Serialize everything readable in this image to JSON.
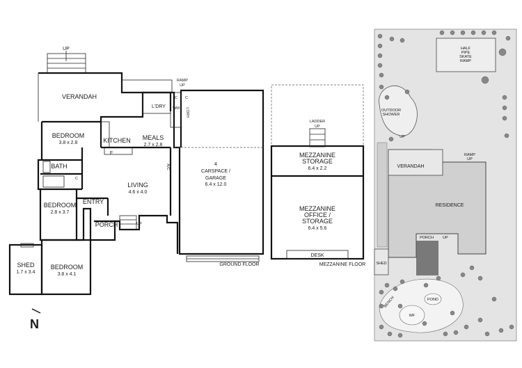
{
  "ground_floor": {
    "verandah": "VERANDAH",
    "up_top": "UP",
    "ramp": "RAMP",
    "ramp_up": "UP",
    "ldry_a": "L'DRY",
    "ldry_b": "L'DRY",
    "c1": "C",
    "c2": "C",
    "c3": "C",
    "wm": "WM",
    "bedroom1": "BEDROOM",
    "bedroom1_dim": "3.8 x 2.8",
    "kitchen": "KITCHEN",
    "meals": "MEALS",
    "meals_dim": "2.7 x 2.8",
    "f": "F",
    "bath": "BATH",
    "living": "LIVING",
    "living_dim": "4.6 x 4.0",
    "ac": "A/C",
    "carspace_num": "4",
    "carspace": "CARSPACE /",
    "garage": "GARAGE",
    "garage_dim": "6.4 x 12.0",
    "entry": "ENTRY",
    "bedroom2": "BEDROOM",
    "bedroom2_dim": "2.8 x 3.7",
    "porch": "PORCH",
    "porch_up": "UP",
    "shed": "SHED",
    "shed_dim": "1.7 x 3.4",
    "bedroom3": "BEDROOM",
    "bedroom3_dim": "3.8 x 4.1",
    "floor_label": "GROUND FLOOR",
    "north": "N"
  },
  "mezzanine": {
    "ladder": "LADDER",
    "ladder_up": "UP",
    "storage": "MEZZANINE",
    "storage_b": "STORAGE",
    "storage_dim": "6.4 x 2.2",
    "office": "MEZZANINE",
    "office_b": "OFFICE /",
    "office_c": "STORAGE",
    "office_dim": "6.4 x 5.6",
    "desk": "DESK",
    "floor_label": "MEZZANINE FLOOR"
  },
  "site": {
    "half": "HALF",
    "pipe": "PIPE",
    "skate": "SKATE",
    "ramp": "RAMP",
    "outdoor": "OUTDOOR",
    "shower": "SHOWER",
    "up": "UP",
    "ramp2": "RAMP",
    "ramp2_up": "UP",
    "verandah": "VERANDAH",
    "residence": "RESIDENCE",
    "porch": "PORCH",
    "porch_up": "UP",
    "shed": "SHED",
    "bench": "BENCH",
    "pond": "POND",
    "wf": "WF"
  }
}
